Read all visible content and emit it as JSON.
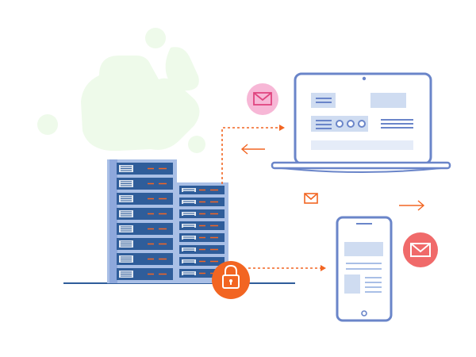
{
  "colors": {
    "blob": "#eefaea",
    "server_dark": "#2f5d9a",
    "server_light": "#a9bfe6",
    "server_panel": "#6f8fcf",
    "device_stroke": "#6a85c9",
    "device_fill": "#ffffff",
    "device_content": "#cfdcf1",
    "accent_orange": "#f26522",
    "pink_bubble": "#f7b7d6",
    "pink_icon": "#e0457f",
    "red_bubble": "#f06a6a",
    "ground": "#2f5d9a"
  },
  "icons": [
    "cloud-blob",
    "server-rack",
    "lock-icon",
    "laptop",
    "smartphone",
    "mail-icon",
    "arrow-left-icon",
    "arrow-right-icon"
  ]
}
